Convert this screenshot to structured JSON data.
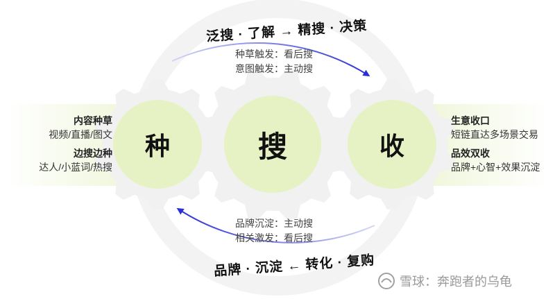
{
  "colors": {
    "gear": "#f1f1f1",
    "node_fill": "#e6f2c4",
    "band": "#eef6d8",
    "arrow": "#2a2fd6",
    "arrow_light": "#d4d6f4"
  },
  "top_arc": {
    "title": "泛搜 · 了解 → 精搜 · 决策",
    "lines": [
      "种草触发：看后搜",
      "意图触发：主动搜"
    ]
  },
  "bottom_arc": {
    "title": "品牌 · 沉淀 ← 转化 · 复购",
    "lines": [
      "品牌沉淀：主动搜",
      "相关激发：看后搜"
    ]
  },
  "nodes": {
    "left": "种",
    "center": "搜",
    "right": "收"
  },
  "left_panel": [
    {
      "title": "内容种草",
      "text": "视频/直播/图文"
    },
    {
      "title": "边搜边种",
      "text": "达人/小蓝词/热搜"
    }
  ],
  "right_panel": [
    {
      "title": "生意收口",
      "text": "短链直达多场景交易"
    },
    {
      "title": "品效双收",
      "text": "品牌+心智+效果沉淀"
    }
  ],
  "watermark": {
    "icon": "snowball-icon",
    "text": "雪球：奔跑者的乌龟"
  }
}
